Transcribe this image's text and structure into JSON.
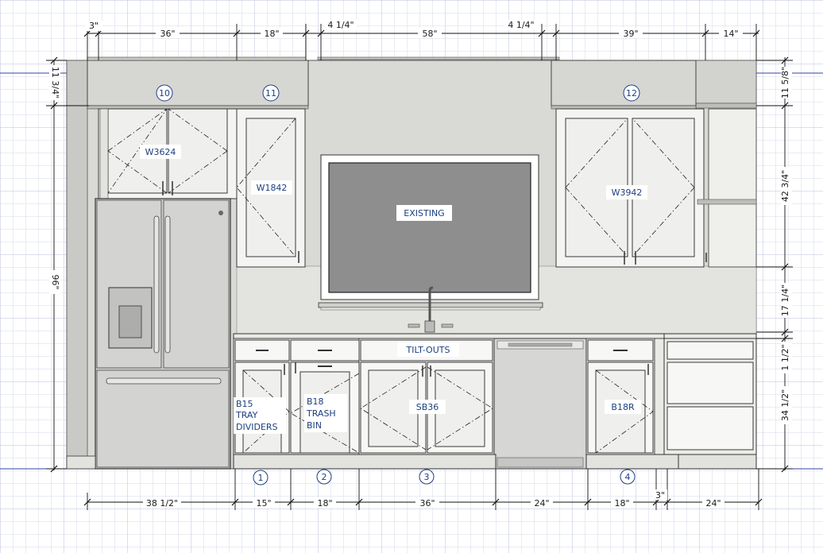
{
  "labels": {
    "w3624": "W3624",
    "w1842": "W1842",
    "existing": "EXISTING",
    "w3942": "W3942",
    "tilt_outs": "TILT-OUTS",
    "b15": [
      "B15",
      "TRAY",
      "DIVIDERS"
    ],
    "b18": [
      "B18",
      "TRASH",
      "BIN"
    ],
    "sb36": "SB36",
    "b18r": "B18R"
  },
  "tags": {
    "t1": "1",
    "t2": "2",
    "t3": "3",
    "t4": "4",
    "t10": "10",
    "t11": "11",
    "t12": "12"
  },
  "dimensions": {
    "top": [
      "3\"",
      "36\"",
      "18\"",
      "4 1/4\"",
      "58\"",
      "4 1/4\"",
      "39\"",
      "14\""
    ],
    "bottom": [
      "38 1/2\"",
      "15\"",
      "18\"",
      "36\"",
      "24\"",
      "18\"",
      "3\"",
      "24\""
    ],
    "left": [
      "11 3/4\"",
      "96\""
    ],
    "right": [
      "11 5/8\"",
      "42 3/4\"",
      "17 1/4\"",
      "1 1/2\"",
      "34 1/2\""
    ]
  },
  "colors": {
    "wall": "#d9d9d5",
    "grid": "#cdd3e6",
    "tag_blue": "#1d3f80",
    "tv_screen": "#8e8e8e",
    "steel": "#cfcfcd"
  }
}
